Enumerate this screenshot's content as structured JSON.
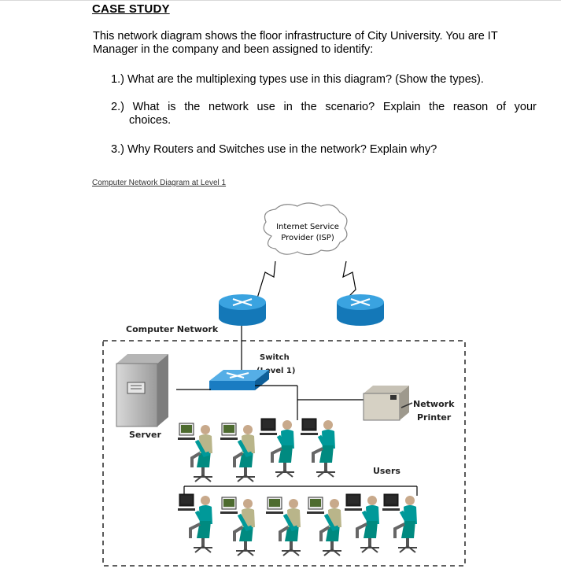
{
  "doc": {
    "title": "CASE STUDY",
    "intro": "This network diagram shows the floor infrastructure of City University. You are IT Manager in the company and been assigned to identify:",
    "questions": {
      "q1": "1.) What are the multiplexing types use in this diagram? (Show the types).",
      "q2_words": [
        "2.)",
        "What",
        "is",
        "the",
        "network",
        "use",
        "in",
        "the",
        "scenario?",
        "Explain",
        "the",
        "reason",
        "of",
        "your"
      ],
      "q2_line2": "choices.",
      "q3": "3.) Why Routers and Switches use in the network? Explain why?"
    }
  },
  "diagram": {
    "caption": "Computer Network Diagram at Level 1",
    "isp_line1": "Internet Service",
    "isp_line2": "Provider (ISP)",
    "computer_network": "Computer Network",
    "switch_line1": "Switch",
    "switch_line2": "(Level 1)",
    "server": "Server",
    "printer_line1": "Network",
    "printer_line2": "Printer",
    "users": "Users",
    "colors": {
      "router": "#1a8fd0",
      "switch": "#2d8fd6",
      "user_shirt": "#009999",
      "user_chair": "#008a80"
    }
  }
}
